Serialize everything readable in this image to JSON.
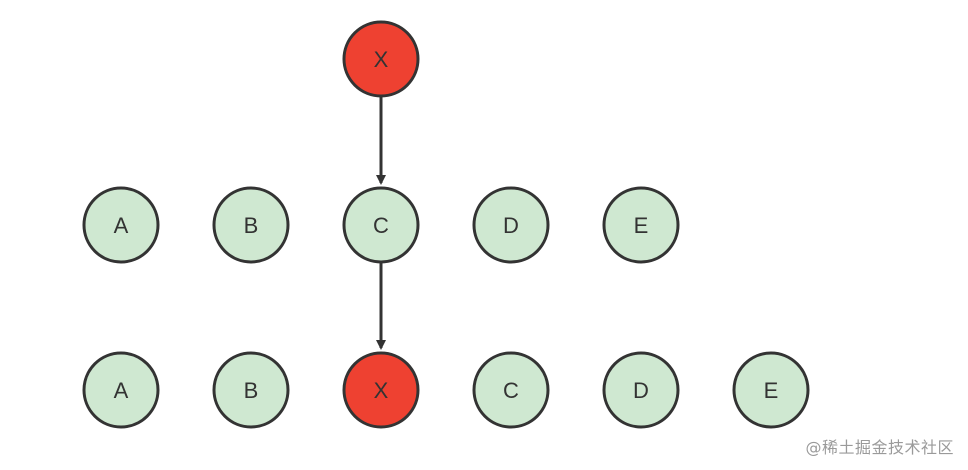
{
  "colors": {
    "inserted_fill": "#ee4131",
    "normal_fill": "#cfe8d1",
    "stroke": "#333333",
    "arrow": "#333333",
    "text": "#333333"
  },
  "top": {
    "node": {
      "label": "X",
      "kind": "inserted"
    }
  },
  "before_row": [
    {
      "label": "A",
      "kind": "normal"
    },
    {
      "label": "B",
      "kind": "normal"
    },
    {
      "label": "C",
      "kind": "normal"
    },
    {
      "label": "D",
      "kind": "normal"
    },
    {
      "label": "E",
      "kind": "normal"
    }
  ],
  "after_row": [
    {
      "label": "A",
      "kind": "normal"
    },
    {
      "label": "B",
      "kind": "normal"
    },
    {
      "label": "X",
      "kind": "inserted"
    },
    {
      "label": "C",
      "kind": "normal"
    },
    {
      "label": "D",
      "kind": "normal"
    },
    {
      "label": "E",
      "kind": "normal"
    }
  ],
  "watermark": "@稀土掘金技术社区"
}
